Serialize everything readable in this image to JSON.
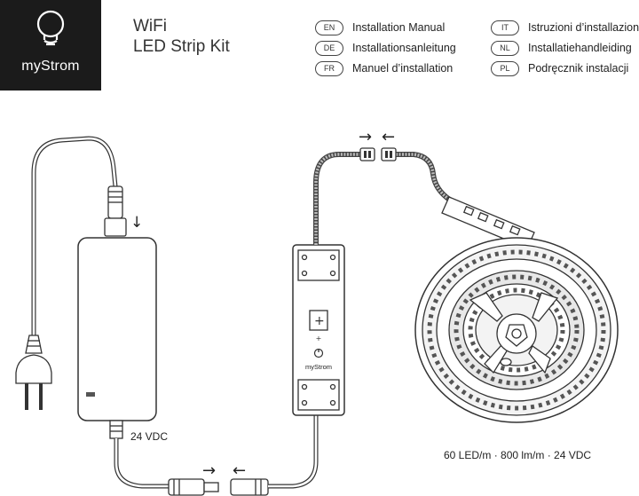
{
  "brand": {
    "name": "myStrom",
    "icon": "lightbulb-icon"
  },
  "title": {
    "line1": "WiFi",
    "line2": "LED Strip Kit"
  },
  "languages": [
    {
      "code": "EN",
      "label": "Installation Manual"
    },
    {
      "code": "DE",
      "label": "Installationsanleitung"
    },
    {
      "code": "FR",
      "label": "Manuel d’installation"
    },
    {
      "code": "IT",
      "label": "Istruzioni d’installazione"
    },
    {
      "code": "NL",
      "label": "Installatiehandleiding"
    },
    {
      "code": "PL",
      "label": "Podręcznik instalacji"
    }
  ],
  "illustration": {
    "power_label": "24 VDC",
    "strip_spec": "60 LED/m · 800 lm/m · 24 VDC",
    "controller_brand": "myStrom",
    "controller_plus": "+",
    "arrows": {
      "right": "→",
      "left": "←",
      "down": "↓"
    }
  }
}
